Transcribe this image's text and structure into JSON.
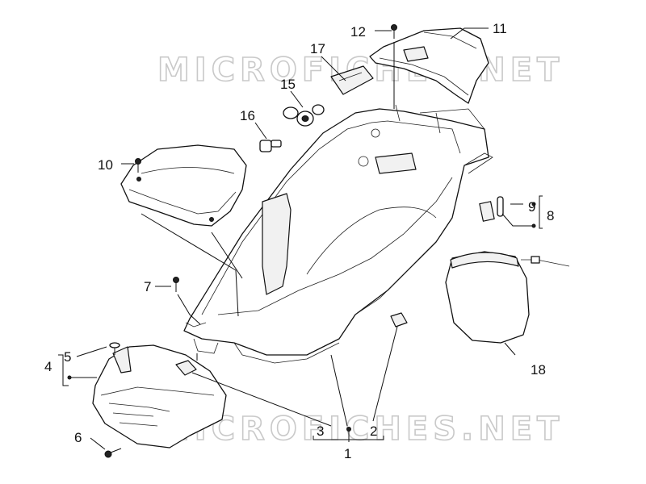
{
  "watermark": "MICROFICHES.NET",
  "callouts": {
    "c1": "1",
    "c2": "2",
    "c3": "3",
    "c4": "4",
    "c5": "5",
    "c6": "6",
    "c7": "7",
    "c8": "8",
    "c9": "9",
    "c10": "10",
    "c11": "11",
    "c12": "12",
    "c15": "15",
    "c16": "16",
    "c17": "17",
    "c18": "18"
  },
  "colors": {
    "line": "#111111",
    "watermark": "#c9c9c9",
    "background": "#ffffff"
  }
}
